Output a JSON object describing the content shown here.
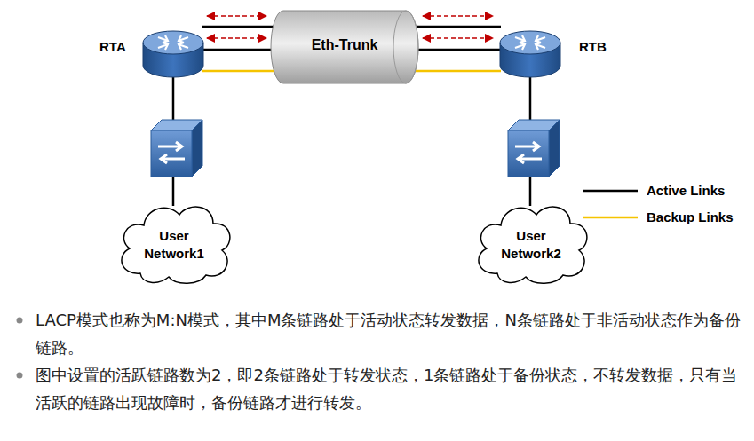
{
  "diagram": {
    "nodes": [
      {
        "text": [
          "RTA"
        ]
      },
      {
        "text": [
          "Eth-Trunk"
        ]
      },
      {
        "text": [
          "RTB"
        ]
      },
      {
        "text": [
          "User Network1"
        ]
      },
      {
        "text": [
          "User Network2"
        ]
      }
    ],
    "edges": [
      {
        "from": 0,
        "to": 2,
        "arrow": "none"
      },
      {
        "from": 0,
        "to": 2,
        "arrow": "none"
      },
      {
        "from": 0,
        "to": 2,
        "arrow": "none"
      },
      {
        "from": 0,
        "to": 3,
        "arrow": "none"
      },
      {
        "from": 2,
        "to": 4,
        "arrow": "none"
      }
    ],
    "labels": [
      "LACP模式也称为M:N模式，其中M条链路处于活动状态转发数据，N条链路处于非活动状态作为备份链路。",
      "图中设置的活跃链路数为2，即2条链路处于转发状态，1条链路处于备份状态，不转发数据，只有当活跃的链路出现故障时，备份链路才进行转发。"
    ],
    "legend": [
      {
        "text": "Active Links"
      },
      {
        "text": "Backup Links"
      }
    ]
  }
}
